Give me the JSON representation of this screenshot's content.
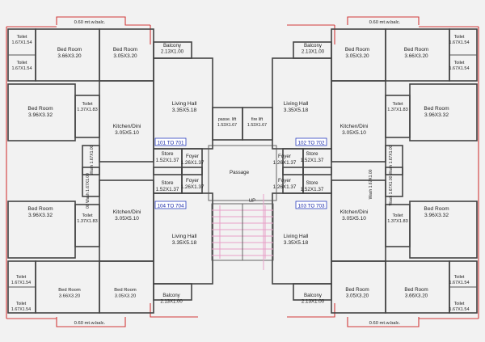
{
  "plan": {
    "balc_top_left": "0.60 mt.w.balc.",
    "balc_top_right": "0.60 mt.w.balc.",
    "balc_bottom_left": "0.60 mt.w.balc.",
    "balc_bottom_right": "0.60 mt.w.balc.",
    "flats": {
      "tl": "101 TO 701",
      "tr": "102 TO 702",
      "bl": "104 TO 704",
      "br": "103 TO 703"
    },
    "core": {
      "pass_lift": [
        "passe. lift",
        "1.53X1.67"
      ],
      "fire_lift": [
        "fire lift",
        "1.53X1.67"
      ],
      "passage": "Passage",
      "up": "UP"
    },
    "rooms": [
      {
        "id": "tl-toilet-1",
        "name": "Toilet",
        "dim": "1.67X1.54"
      },
      {
        "id": "tl-toilet-2",
        "name": "Toilet",
        "dim": "1.67X1.54"
      },
      {
        "id": "tl-bed-1",
        "name": "Bed Room",
        "dim": "3.66X3.20"
      },
      {
        "id": "tl-bed-2",
        "name": "Bed Room",
        "dim": "3.05X3.20"
      },
      {
        "id": "tl-balcony",
        "name": "Balcony",
        "dim": "2.13X1.00"
      },
      {
        "id": "tl-bed-3",
        "name": "Bed Room",
        "dim": "3.96X3.32"
      },
      {
        "id": "tl-toilet-3",
        "name": "Toilet",
        "dim": "1.37X1.83"
      },
      {
        "id": "tl-living",
        "name": "Living Hall",
        "dim": "3.35X5.18"
      },
      {
        "id": "tl-kitchen",
        "name": "Kitchen/Dini",
        "dim": "3.05X5.10"
      },
      {
        "id": "tl-store",
        "name": "Store",
        "dim": "1.52X1.37"
      },
      {
        "id": "tl-foyer",
        "name": "Foyer",
        "dim": "1.26X1.37"
      },
      {
        "id": "tr-balcony",
        "name": "Balcony",
        "dim": "2.13X1.00"
      },
      {
        "id": "tr-bed-1",
        "name": "Bed Room",
        "dim": "3.05X3.20"
      },
      {
        "id": "tr-bed-2",
        "name": "Bed Room",
        "dim": "3.66X3.20"
      },
      {
        "id": "tr-toilet-1",
        "name": "Toilet",
        "dim": "1.67X1.54"
      },
      {
        "id": "tr-toilet-2",
        "name": "Toilet",
        "dim": "1.67X1.54"
      },
      {
        "id": "tr-living",
        "name": "Living Hall",
        "dim": "3.35X5.18"
      },
      {
        "id": "tr-kitchen",
        "name": "Kitchen/Dini",
        "dim": "3.05X5.10"
      },
      {
        "id": "tr-toilet-3",
        "name": "Toilet",
        "dim": "1.37X1.83"
      },
      {
        "id": "tr-bed-3",
        "name": "Bed Room",
        "dim": "3.96X3.32"
      },
      {
        "id": "tr-foyer",
        "name": "Foyer",
        "dim": "1.26X1.37"
      },
      {
        "id": "tr-store",
        "name": "Store",
        "dim": "1.52X1.37"
      },
      {
        "id": "bl-foyer",
        "name": "Foyer",
        "dim": "1.26X1.37"
      },
      {
        "id": "bl-store",
        "name": "Store",
        "dim": "1.52X1.37"
      },
      {
        "id": "bl-bed-1",
        "name": "Bed Room",
        "dim": "3.96X3.32"
      },
      {
        "id": "bl-toilet-1",
        "name": "Toilet",
        "dim": "1.37X1.83"
      },
      {
        "id": "bl-kitchen",
        "name": "Kitchen/Dini",
        "dim": "3.05X5.10"
      },
      {
        "id": "bl-living",
        "name": "Living Hall",
        "dim": "3.35X5.18"
      },
      {
        "id": "bl-toilet-2",
        "name": "Toilet",
        "dim": "1.67X1.54"
      },
      {
        "id": "bl-toilet-3",
        "name": "Toilet",
        "dim": "1.67X1.54"
      },
      {
        "id": "bl-bed-2",
        "name": "Bed Room",
        "dim": "3.66X3.20"
      },
      {
        "id": "bl-bed-3",
        "name": "Bed Room",
        "dim": "3.05X3.20"
      },
      {
        "id": "bl-balcony",
        "name": "Balcony",
        "dim": "2.13X1.00"
      },
      {
        "id": "br-foyer",
        "name": "Foyer",
        "dim": "1.26X1.37"
      },
      {
        "id": "br-store",
        "name": "Store",
        "dim": "1.52X1.37"
      },
      {
        "id": "br-kitchen",
        "name": "Kitchen/Dini",
        "dim": "3.05X5.10"
      },
      {
        "id": "br-toilet-1",
        "name": "Toilet",
        "dim": "1.37X1.83"
      },
      {
        "id": "br-bed-1",
        "name": "Bed Room",
        "dim": "3.96X3.32"
      },
      {
        "id": "br-living",
        "name": "Living Hall",
        "dim": "3.35X5.18"
      },
      {
        "id": "br-toilet-2",
        "name": "Toilet",
        "dim": "1.67X1.54"
      },
      {
        "id": "br-toilet-3",
        "name": "Toilet",
        "dim": "1.67X1.54"
      },
      {
        "id": "br-bed-2",
        "name": "Bed Room",
        "dim": "3.05X3.20"
      },
      {
        "id": "br-bed-3",
        "name": "Bed Room",
        "dim": "3.66X3.20"
      },
      {
        "id": "br-balcony",
        "name": "Balcony",
        "dim": "2.13X1.00"
      }
    ],
    "vertical_labels": [
      {
        "id": "tl-wash",
        "text": "Wash 1.67X1.00"
      },
      {
        "id": "tr-wash",
        "text": "Wash 1.67X1.00"
      },
      {
        "id": "bl-wash",
        "text": "Wash 1.67X1.00"
      },
      {
        "id": "br-wash",
        "text": "Wash 1.67X1.00"
      },
      {
        "id": "bl-wash-area",
        "text": "00 Wash 1.67X1.00"
      }
    ],
    "colors": {
      "wall": "#444444",
      "red_outline": "#d23a3a",
      "blue_tag": "#2a3fbf",
      "pink": "#e8a0c8"
    }
  }
}
